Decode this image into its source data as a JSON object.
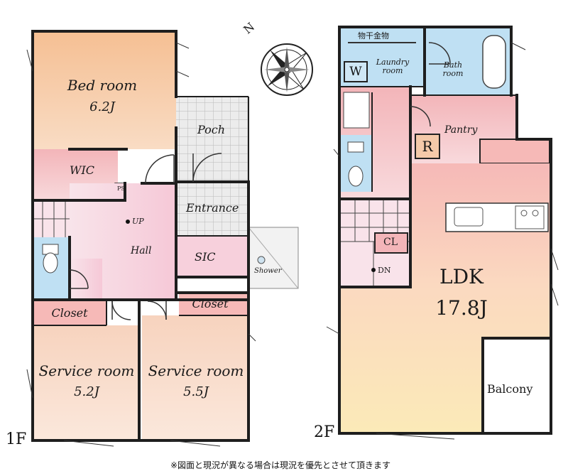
{
  "first_floor": {
    "floor_label": "1F",
    "bed_room": {
      "name": "Bed room",
      "size": "6.2J"
    },
    "wic": "WIC",
    "ps": "PS",
    "poch": "Poch",
    "entrance": "Entrance",
    "up": "UP",
    "hall": "Hall",
    "sic": "SIC",
    "shower": "Shower",
    "closet_left": "Closet",
    "closet_right": "Closet",
    "service_room_left": {
      "name": "Service room",
      "size": "5.2J"
    },
    "service_room_right": {
      "name": "Service room",
      "size": "5.5J"
    }
  },
  "second_floor": {
    "floor_label": "2F",
    "drying_rack": "物干金物",
    "laundry_room": "Laundry room",
    "washer_mark": "W",
    "bath_room": "Bath room",
    "pantry": "Pantry",
    "fridge_mark": "R",
    "cl": "CL",
    "dn": "DN",
    "ldk": {
      "name": "LDK",
      "size": "17.8J"
    },
    "balcony": "Balcony"
  },
  "compass": {
    "label": "N"
  },
  "footnote": "※図面と現況が異なる場合は現況を優先とさせて頂きます",
  "colors": {
    "wall": "#1e1e1e",
    "bed_room": "#f6c7a1",
    "service_room": "#f8d6c3",
    "hall_pink": "#f7d0dc",
    "wet_blue": "#bfe0f3",
    "ldk_yellow": "#fbe7b2",
    "ldk_pink": "#f6c0be",
    "entrance_gray": "#e6e6e6",
    "balcony": "#ffffff"
  }
}
